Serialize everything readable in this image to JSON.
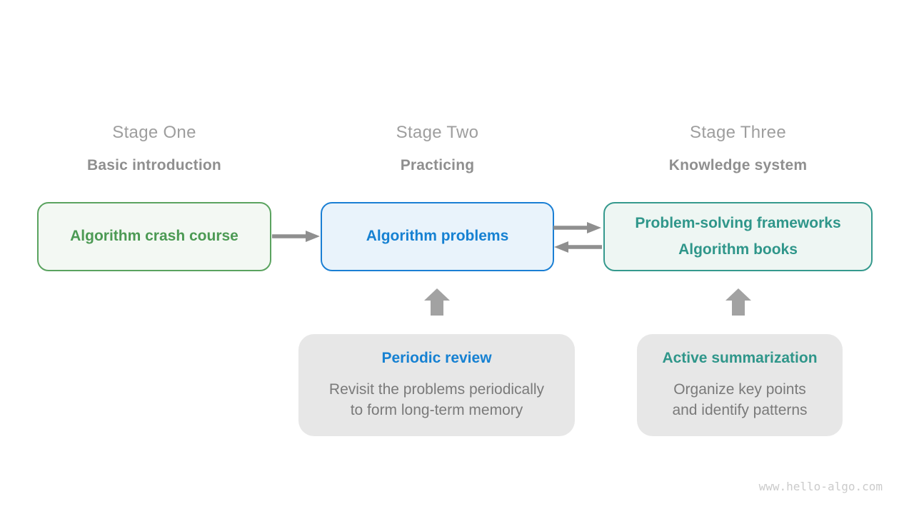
{
  "diagram": {
    "type": "flow-diagram",
    "watermark": "www.hello-algo.com",
    "stages": [
      {
        "title": "Stage One",
        "subtitle": "Basic introduction",
        "box_lines": [
          "Algorithm crash course"
        ],
        "accent_color": "#4c9a54",
        "box_background": "#f3f8f3"
      },
      {
        "title": "Stage Two",
        "subtitle": "Practicing",
        "box_lines": [
          "Algorithm problems"
        ],
        "accent_color": "#1681d2",
        "box_background": "#e9f3fb"
      },
      {
        "title": "Stage Three",
        "subtitle": "Knowledge system",
        "box_lines": [
          "Problem-solving frameworks",
          "Algorithm books"
        ],
        "accent_color": "#2f968a",
        "box_background": "#eef6f3"
      }
    ],
    "notes": [
      {
        "heading": "Periodic review",
        "heading_color": "#1681d2",
        "lines": [
          "Revisit the problems periodically",
          "to form long-term memory"
        ],
        "points_to": "Algorithm problems"
      },
      {
        "heading": "Active summarization",
        "heading_color": "#2f968a",
        "lines": [
          "Organize key points",
          "and identify patterns"
        ],
        "points_to": "Problem-solving frameworks / Algorithm books"
      }
    ],
    "connections": [
      {
        "from": "Algorithm crash course",
        "to": "Algorithm problems",
        "direction": "right"
      },
      {
        "from": "Algorithm problems",
        "to": "Problem-solving frameworks / Algorithm books",
        "direction": "right"
      },
      {
        "from": "Problem-solving frameworks / Algorithm books",
        "to": "Algorithm problems",
        "direction": "left"
      }
    ],
    "arrow_color": "#8f8f8f",
    "up_arrow_color": "#a2a2a2",
    "note_background": "#e7e7e7",
    "stage_title_color": "#9e9e9e",
    "stage_subtitle_color": "#8f8f8f"
  }
}
